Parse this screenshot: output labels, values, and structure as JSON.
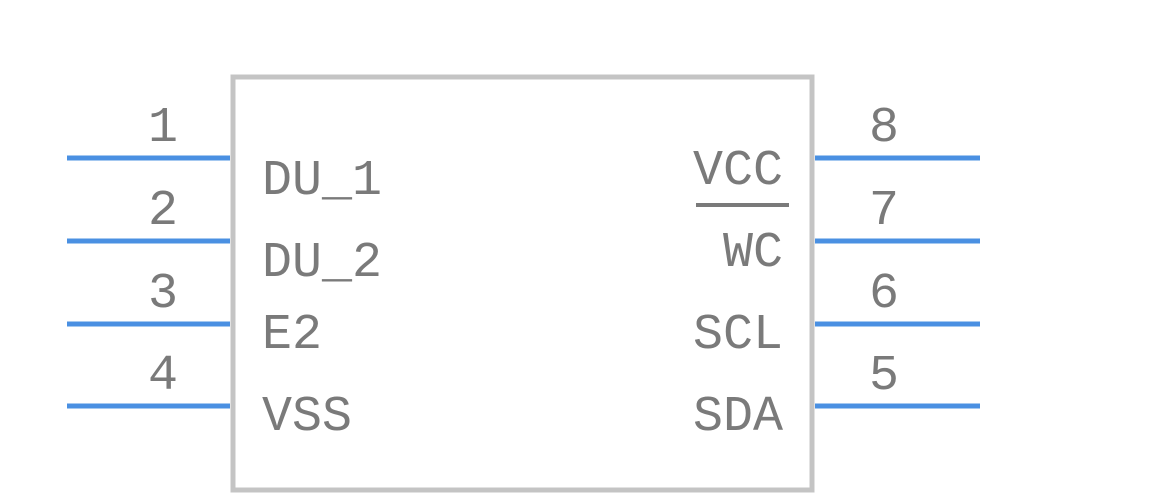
{
  "colors": {
    "body_outline": "#c4c4c4",
    "pin": "#4a90e2",
    "text": "#7a7a7a"
  },
  "component": {
    "left_pins": [
      {
        "number": "1",
        "name": "DU_1"
      },
      {
        "number": "2",
        "name": "DU_2"
      },
      {
        "number": "3",
        "name": "E2"
      },
      {
        "number": "4",
        "name": "VSS"
      }
    ],
    "right_pins": [
      {
        "number": "8",
        "name": "VCC"
      },
      {
        "number": "7",
        "name": "WC",
        "overbar": true
      },
      {
        "number": "6",
        "name": "SCL"
      },
      {
        "number": "5",
        "name": "SDA"
      }
    ]
  }
}
